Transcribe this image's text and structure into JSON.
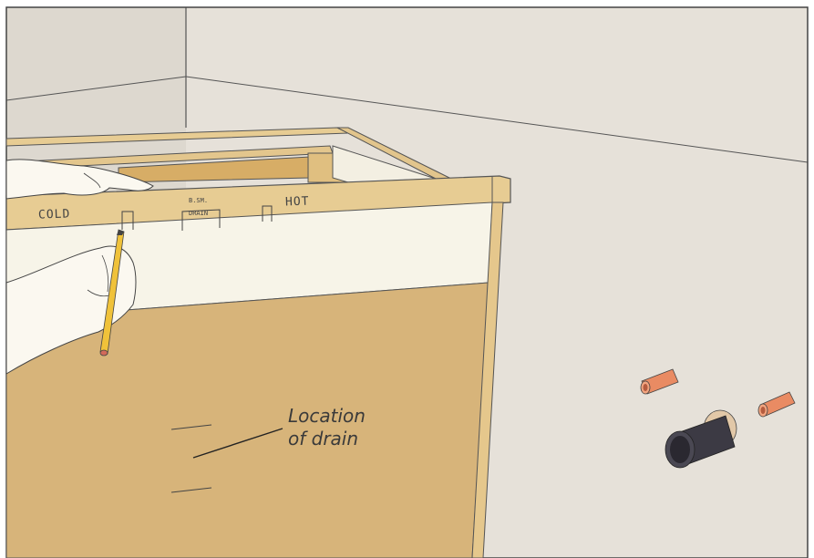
{
  "annotation": {
    "line1": "Location",
    "line2": "of drain"
  },
  "pencil_marks": {
    "cold": "COLD",
    "hot": "HOT",
    "drain_a": "B.SM.",
    "drain_b": "DRAIN"
  },
  "colors": {
    "wall": "#e6e1d9",
    "wall_left": "#ddd8cf",
    "wood": "#d9b679",
    "cabinet_back": "#d7b47a",
    "cabinet_white": "#f7f4e8",
    "copper": "#e98b63",
    "drain_pipe": "#3c3a44",
    "pencil": "#f0c23a"
  },
  "icons": {
    "hand_pointing": "hand-icon",
    "hand_pencil": "hand-with-pencil-icon",
    "pencil": "pencil-icon",
    "supply_pipe": "copper-pipe-stub-icon",
    "drain": "drain-pipe-icon"
  }
}
